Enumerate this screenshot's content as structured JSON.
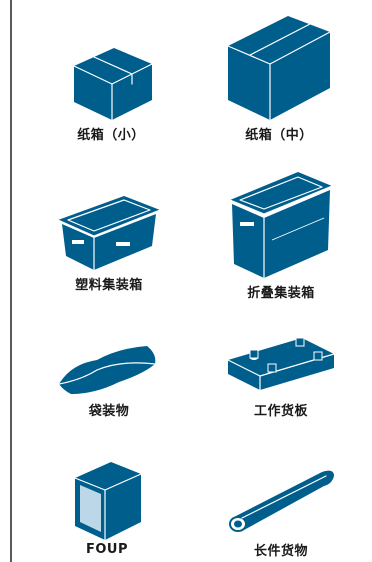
{
  "items": [
    {
      "label": "纸箱（小）",
      "icon": "small-carton-box-icon"
    },
    {
      "label": "纸箱（中）",
      "icon": "medium-carton-box-icon"
    },
    {
      "label": "塑料集装箱",
      "icon": "plastic-container-icon"
    },
    {
      "label": "折叠集装箱",
      "icon": "folding-container-icon"
    },
    {
      "label": "袋装物",
      "icon": "bag-icon"
    },
    {
      "label": "工作货板",
      "icon": "work-pallet-icon"
    },
    {
      "label": "FOUP",
      "icon": "foup-icon"
    },
    {
      "label": "长件货物",
      "icon": "long-cargo-icon"
    }
  ],
  "colors": {
    "icon_blue": "#005e8c",
    "frame": "#5a5a5a"
  }
}
